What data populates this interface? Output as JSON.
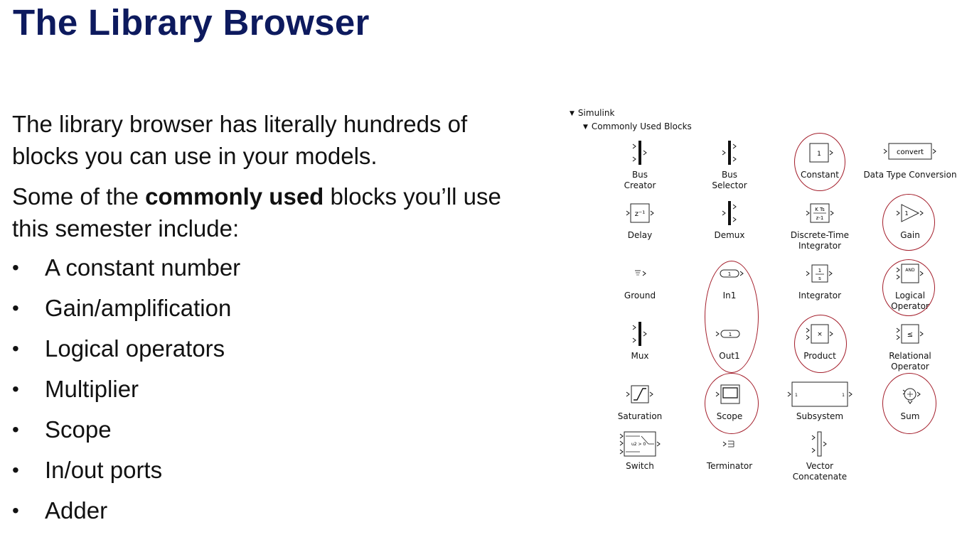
{
  "slide": {
    "title": "The Library Browser",
    "para1": "The library browser has literally hundreds of blocks you can use in your models.",
    "para2_pre": "Some of the ",
    "para2_bold": "commonly used",
    "para2_post": " blocks you’ll use this semester include:",
    "bullet_glyph": "•",
    "bullets": [
      "A constant number",
      "Gain/amplification",
      "Logical operators",
      "Multiplier",
      "Scope",
      "In/out ports",
      "Adder"
    ]
  },
  "library": {
    "tree": {
      "root": "Simulink",
      "child": "Commonly Used Blocks",
      "expand_glyph": "▼"
    },
    "blocks": [
      {
        "id": "bus-creator",
        "label": "Bus\nCreator",
        "icon": "bus-creator-icon",
        "highlighted": false
      },
      {
        "id": "bus-selector",
        "label": "Bus\nSelector",
        "icon": "bus-selector-icon",
        "highlighted": false
      },
      {
        "id": "constant",
        "label": "Constant",
        "icon": "constant-icon",
        "icon_text": "1",
        "highlighted": true
      },
      {
        "id": "data-type-conversion",
        "label": "Data Type Conversion",
        "icon": "convert-icon",
        "icon_text": "convert",
        "highlighted": false
      },
      {
        "id": "delay",
        "label": "Delay",
        "icon": "delay-icon",
        "icon_text": "z⁻¹",
        "highlighted": false
      },
      {
        "id": "demux",
        "label": "Demux",
        "icon": "demux-icon",
        "highlighted": false
      },
      {
        "id": "discrete-time-integrator",
        "label": "Discrete-Time\nIntegrator",
        "icon": "discrete-integrator-icon",
        "icon_text_top": "K Ts",
        "icon_text_bottom": "z-1",
        "highlighted": false
      },
      {
        "id": "gain",
        "label": "Gain",
        "icon": "gain-icon",
        "icon_text": "1",
        "highlighted": true
      },
      {
        "id": "ground",
        "label": "Ground",
        "icon": "ground-icon",
        "highlighted": false
      },
      {
        "id": "in1",
        "label": "In1",
        "icon": "inport-icon",
        "icon_text": "1",
        "highlighted": true
      },
      {
        "id": "integrator",
        "label": "Integrator",
        "icon": "integrator-icon",
        "icon_text_top": "1",
        "icon_text_bottom": "s",
        "highlighted": false
      },
      {
        "id": "logical-operator",
        "label": "Logical\nOperator",
        "icon": "logical-operator-icon",
        "icon_text": "AND",
        "highlighted": true
      },
      {
        "id": "mux",
        "label": "Mux",
        "icon": "mux-icon",
        "highlighted": false
      },
      {
        "id": "out1",
        "label": "Out1",
        "icon": "outport-icon",
        "icon_text": "1",
        "highlighted": true
      },
      {
        "id": "product",
        "label": "Product",
        "icon": "product-icon",
        "icon_text": "×",
        "highlighted": true
      },
      {
        "id": "relational-operator",
        "label": "Relational\nOperator",
        "icon": "relational-operator-icon",
        "icon_text": "≤",
        "highlighted": false
      },
      {
        "id": "saturation",
        "label": "Saturation",
        "icon": "saturation-icon",
        "highlighted": false
      },
      {
        "id": "scope",
        "label": "Scope",
        "icon": "scope-icon",
        "highlighted": true
      },
      {
        "id": "subsystem",
        "label": "Subsystem",
        "icon": "subsystem-icon",
        "icon_text_left": "1",
        "icon_text_right": "1",
        "highlighted": false
      },
      {
        "id": "sum",
        "label": "Sum",
        "icon": "sum-icon",
        "highlighted": true
      },
      {
        "id": "switch",
        "label": "Switch",
        "icon": "switch-icon",
        "icon_text": "u2 > 0",
        "highlighted": false
      },
      {
        "id": "terminator",
        "label": "Terminator",
        "icon": "terminator-icon",
        "highlighted": false
      },
      {
        "id": "vector-concatenate",
        "label": "Vector\nConcatenate",
        "icon": "vector-concatenate-icon",
        "highlighted": false
      }
    ],
    "highlight_color": "#a31d2a"
  }
}
